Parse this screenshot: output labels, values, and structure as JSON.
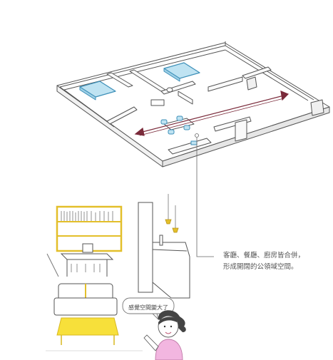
{
  "annotation": {
    "line1": "客廳、餐廳、廚房皆合併，",
    "line2": "形成開闊的公領域空間。"
  },
  "speech_bubble": {
    "text": "感覺空間變大了"
  },
  "colors": {
    "line": "#555555",
    "bed_blue": "#bfe3f2",
    "bed_outline": "#3c8fb8",
    "arrow": "#7a2a3a",
    "shelf_yellow": "#f2d23c",
    "table_yellow": "#f7e03a",
    "shirt_pink": "#f2b6e0",
    "hair": "#444444"
  }
}
